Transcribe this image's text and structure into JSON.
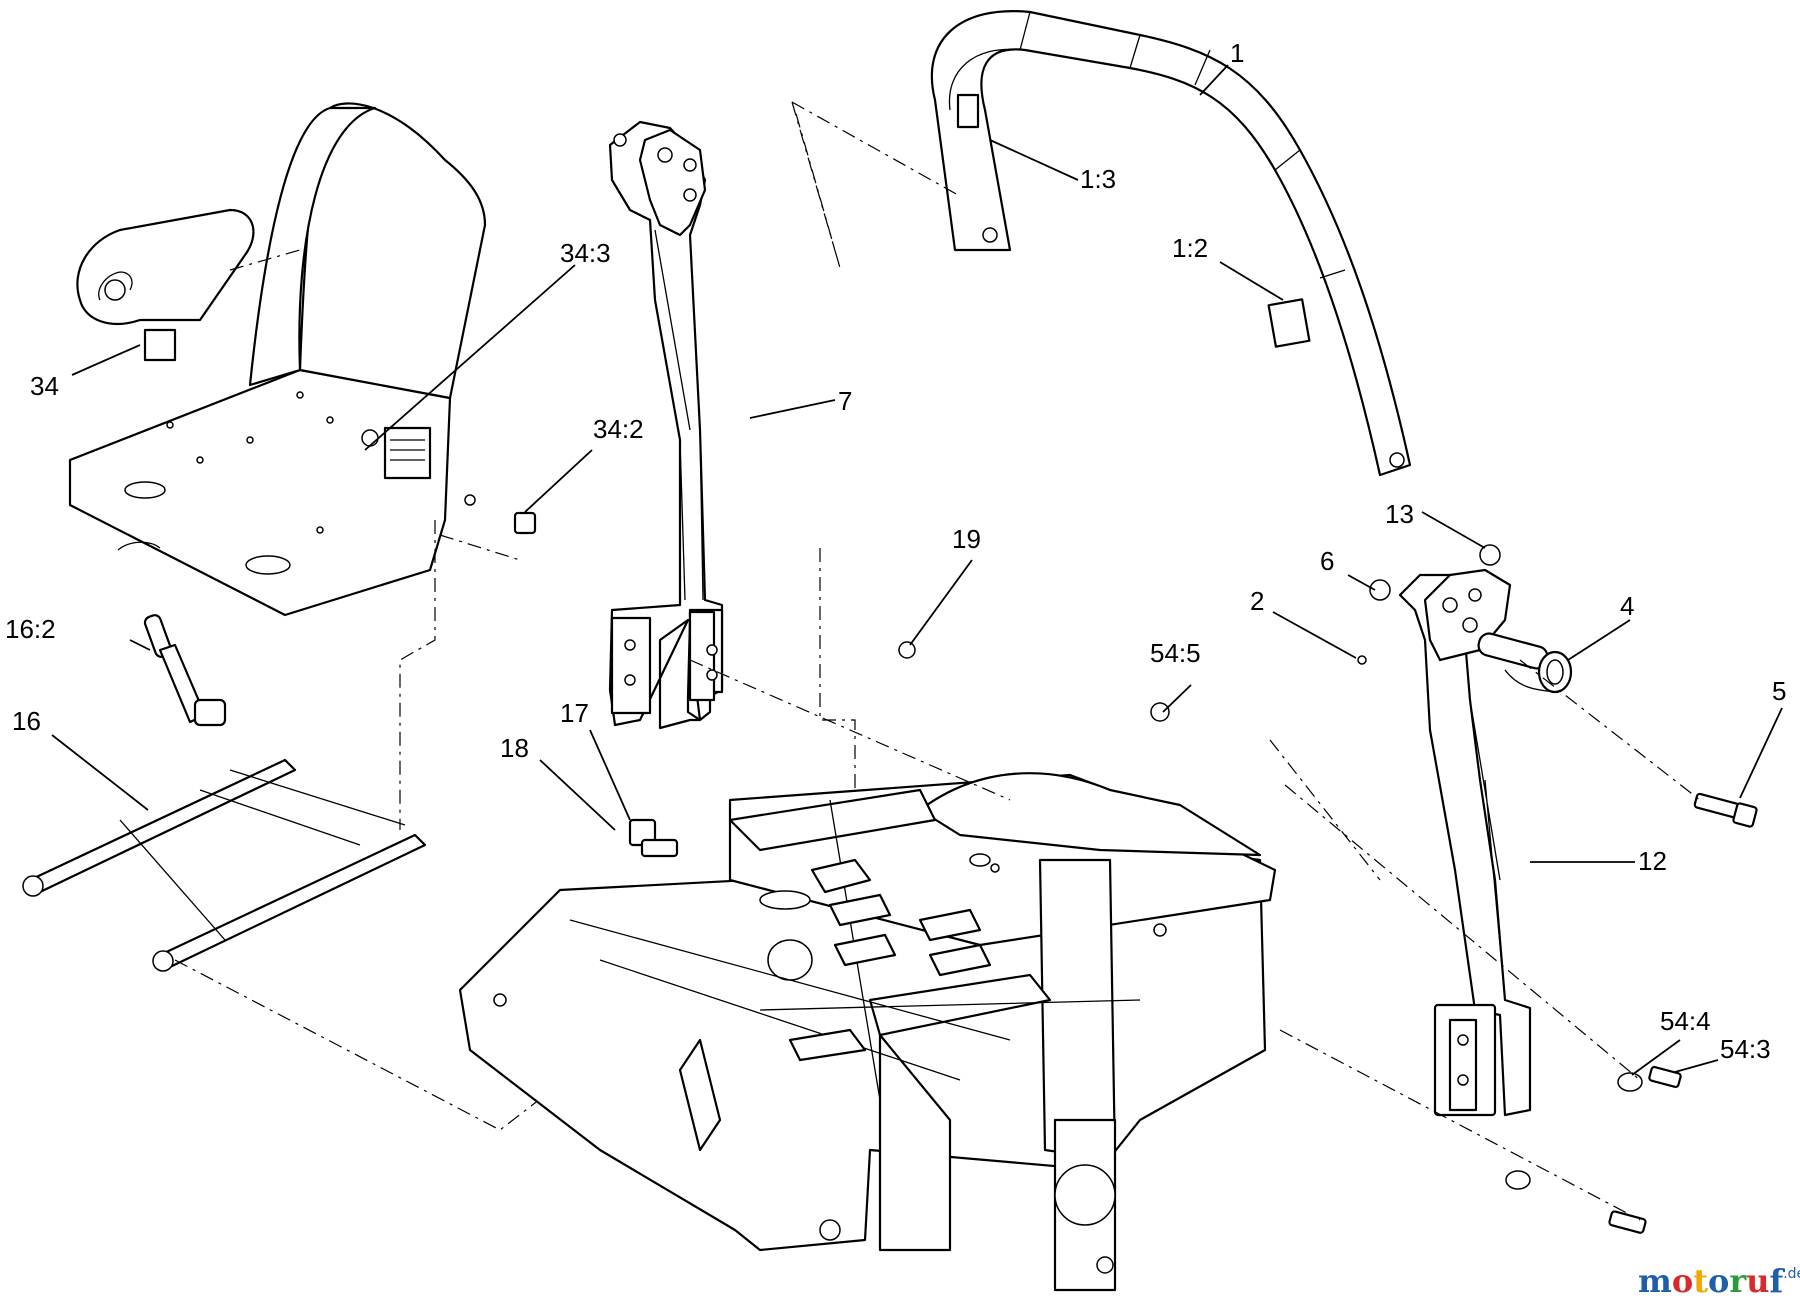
{
  "diagram": {
    "title": "Seat, ROPS and frame assembly parts diagram",
    "callouts": {
      "c1": "1",
      "c1_3": "1:3",
      "c1_2": "1:2",
      "c34_3": "34:3",
      "c34": "34",
      "c34_2": "34:2",
      "c7": "7",
      "c19": "19",
      "c13": "13",
      "c6": "6",
      "c2": "2",
      "c4": "4",
      "c5": "5",
      "c54_5": "54:5",
      "c16_2": "16:2",
      "c16": "16",
      "c17": "17",
      "c18": "18",
      "c12": "12",
      "c54_4": "54:4",
      "c54_3": "54:3"
    }
  },
  "watermark": {
    "letters": [
      "m",
      "o",
      "t",
      "o",
      "r",
      "u",
      "f"
    ],
    "letter_colors": [
      "#1f5fa8",
      "#d72a2a",
      "#f0a800",
      "#1f5fa8",
      "#2e9a3e",
      "#d72a2a",
      "#1f5fa8"
    ],
    "suffix": ".de"
  }
}
